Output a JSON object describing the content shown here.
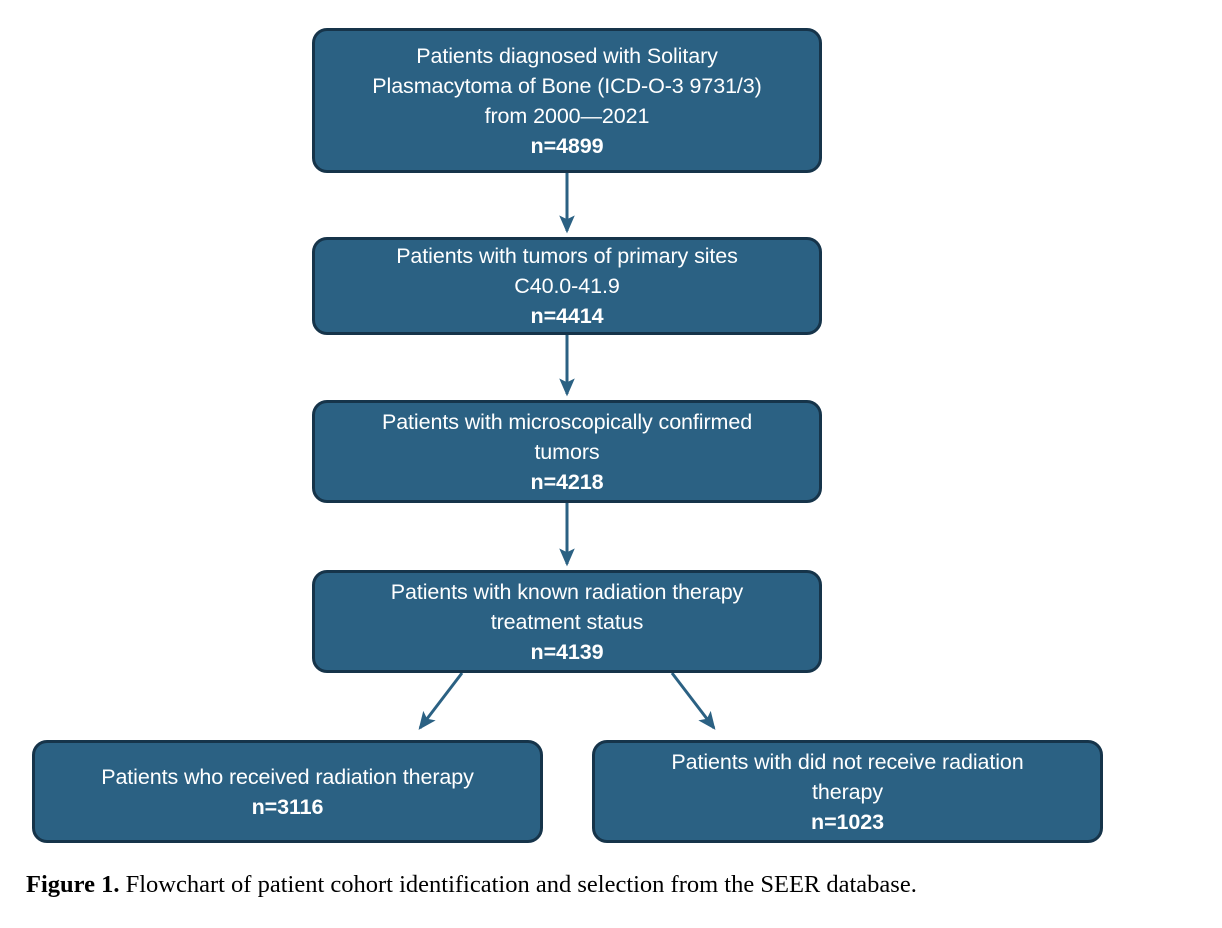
{
  "figure": {
    "caption_label": "Figure 1.",
    "caption_text": " Flowchart of patient cohort identification and selection from the SEER database."
  },
  "theme": {
    "box_fill": "#2B6183",
    "box_border": "#16344A",
    "box_text": "#FFFFFF",
    "arrow_color": "#2B6183",
    "background": "#FFFFFF",
    "caption_color": "#000000"
  },
  "chart_data": {
    "type": "diagram",
    "diagram_kind": "flowchart",
    "title": "Flowchart of patient cohort identification and selection from the SEER database.",
    "orientation": "top-to-bottom",
    "nodes": [
      {
        "id": "box-1",
        "lines": [
          "Patients diagnosed with Solitary",
          "Plasmacytoma of Bone (ICD-O-3 9731/3)",
          "from 2000—2021"
        ],
        "count_label": "n=4899",
        "count_value": 4899
      },
      {
        "id": "box-2",
        "lines": [
          "Patients with tumors of primary sites",
          "C40.0-41.9"
        ],
        "count_label": "n=4414",
        "count_value": 4414
      },
      {
        "id": "box-3",
        "lines": [
          "Patients with microscopically confirmed",
          "tumors"
        ],
        "count_label": "n=4218",
        "count_value": 4218
      },
      {
        "id": "box-4",
        "lines": [
          "Patients with known radiation therapy",
          "treatment status"
        ],
        "count_label": "n=4139",
        "count_value": 4139
      },
      {
        "id": "box-5",
        "lines": [
          "Patients who received radiation therapy"
        ],
        "count_label": "n=3116",
        "count_value": 3116
      },
      {
        "id": "box-6",
        "lines": [
          "Patients with did not receive radiation",
          "therapy"
        ],
        "count_label": "n=1023",
        "count_value": 1023
      }
    ],
    "edges": [
      {
        "from": "box-1",
        "to": "box-2",
        "style": "vertical-arrow"
      },
      {
        "from": "box-2",
        "to": "box-3",
        "style": "vertical-arrow"
      },
      {
        "from": "box-3",
        "to": "box-4",
        "style": "vertical-arrow"
      },
      {
        "from": "box-4",
        "to": "box-5",
        "style": "diagonal-arrow-left"
      },
      {
        "from": "box-4",
        "to": "box-6",
        "style": "diagonal-arrow-right"
      }
    ]
  }
}
